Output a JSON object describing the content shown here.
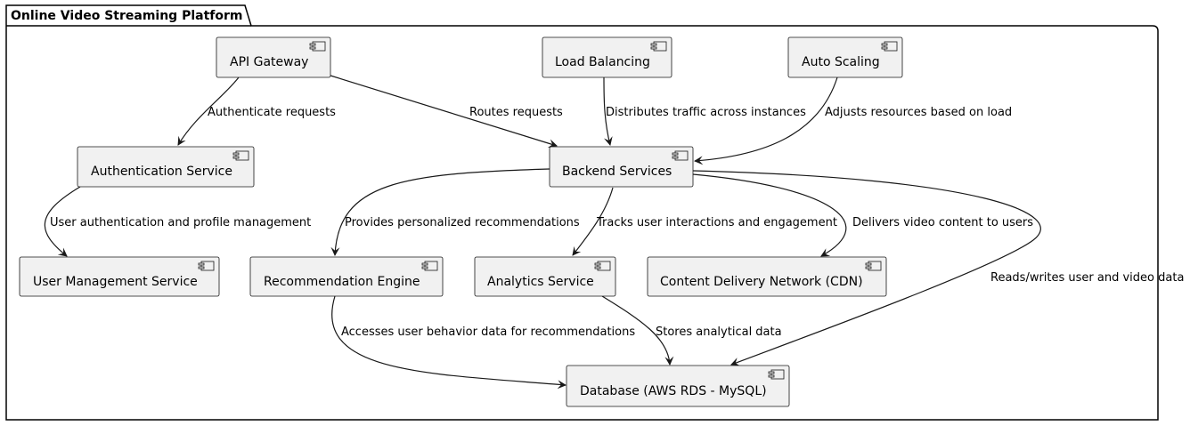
{
  "package": {
    "title": "Online Video Streaming Platform"
  },
  "components": {
    "api_gateway": "API Gateway",
    "load_balancing": "Load Balancing",
    "auto_scaling": "Auto Scaling",
    "authentication_service": "Authentication Service",
    "backend_services": "Backend Services",
    "user_management_service": "User Management Service",
    "recommendation_engine": "Recommendation Engine",
    "analytics_service": "Analytics Service",
    "cdn": "Content Delivery Network (CDN)",
    "database": "Database (AWS RDS - MySQL)"
  },
  "edges": {
    "authenticate_requests": "Authenticate requests",
    "routes_requests": "Routes requests",
    "distributes_traffic": "Distributes traffic across instances",
    "adjusts_resources": "Adjusts resources based on load",
    "user_auth_profile": "User authentication and profile management",
    "personalized_recs": "Provides personalized recommendations",
    "tracks_interactions": "Tracks user interactions and engagement",
    "delivers_video": "Delivers video content to users",
    "reads_writes": "Reads/writes user and video data",
    "accesses_behavior": "Accesses user behavior data for recommendations",
    "stores_analytical": "Stores analytical data"
  },
  "colors": {
    "component_fill": "#f1f1f1",
    "component_stroke": "#181818",
    "edge_stroke": "#181818"
  }
}
